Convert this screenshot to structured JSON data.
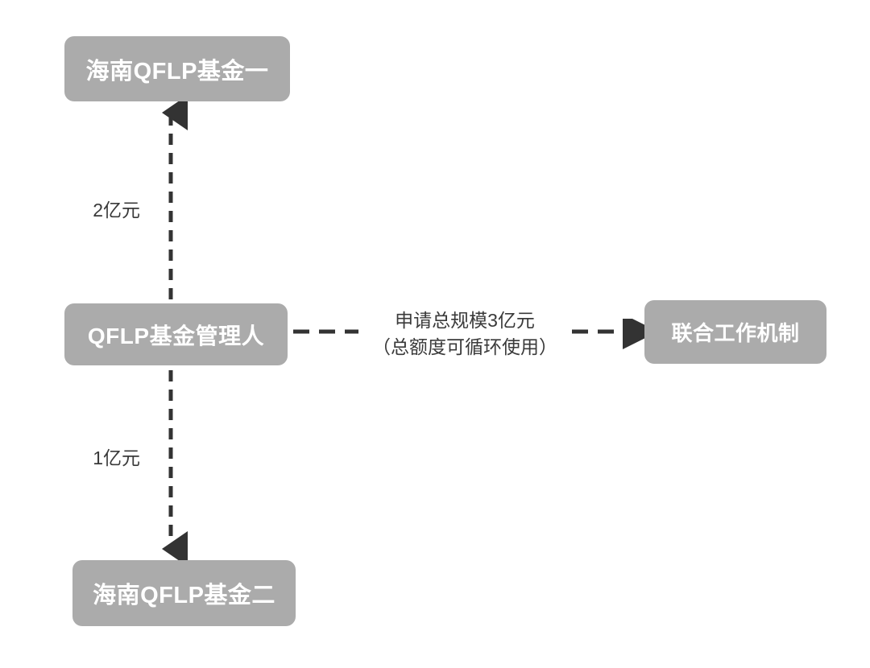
{
  "diagram": {
    "type": "flow-diagram",
    "background_color": "#ffffff",
    "node_fill_color": "#ababab",
    "node_text_color": "#ffffff",
    "connector_color": "#333333",
    "label_text_color": "#3a3a3a",
    "nodes": {
      "fund_one": "海南QFLP基金一",
      "manager": "QFLP基金管理人",
      "fund_two": "海南QFLP基金二",
      "joint_mechanism": "联合工作机制"
    },
    "edges": {
      "manager_to_fund_one": {
        "label": "2亿元",
        "style": "dashed",
        "arrow": "up"
      },
      "manager_to_fund_two": {
        "label": "1亿元",
        "style": "dashed",
        "arrow": "down"
      },
      "manager_to_joint": {
        "label_line1": "申请总规模3亿元",
        "label_line2": "（总额度可循环使用）",
        "style": "dashed",
        "arrow": "right"
      }
    }
  }
}
